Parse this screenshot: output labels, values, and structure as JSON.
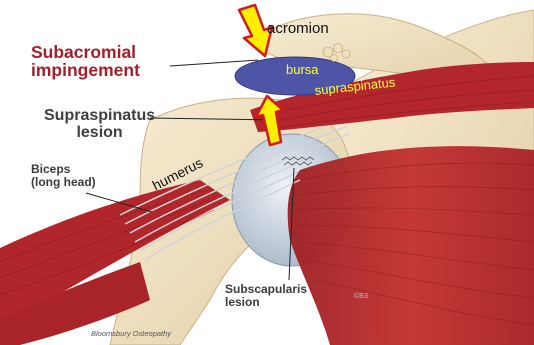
{
  "labels": {
    "subacromial_line1": "Subacromial",
    "subacromial_line2": "impingement",
    "supraspinatus_lesion_line1": "Supraspinatus",
    "supraspinatus_lesion_line2": "lesion",
    "biceps_line1": "Biceps",
    "biceps_line2": "(long head)",
    "subscapularis_line1": "Subscapularis",
    "subscapularis_line2": "lesion",
    "acromion": "acromion",
    "bursa": "bursa",
    "supraspinatus": "supraspinatus",
    "humerus": "humerus"
  },
  "credit": "Bloomsbury Osteopathy",
  "watermark": "©BS",
  "colors": {
    "title_red": "#a3202a",
    "label_gray": "#3f3f3f",
    "muscle_red": "#b5252a",
    "bursa_blue": "#4e55a6",
    "arrow_yellow": "#ffee00",
    "arrow_outline": "#d11a1a",
    "bone": "#f1e3c4"
  },
  "icons": [
    "down-arrow-icon",
    "up-arrow-icon"
  ]
}
